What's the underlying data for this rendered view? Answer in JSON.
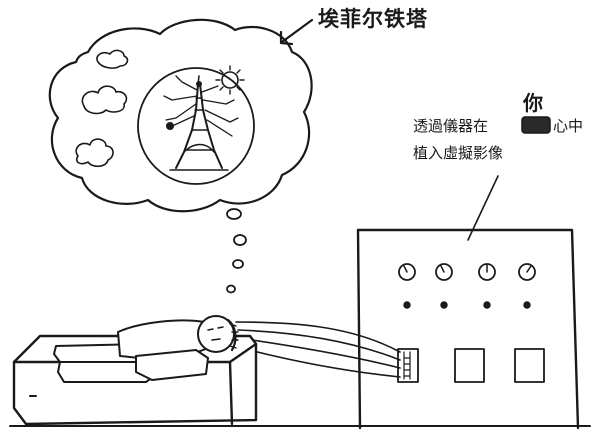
{
  "thought_bubble": {
    "label": "埃菲尔铁塔"
  },
  "caption": {
    "before_box": "透過儀器在",
    "after_box": "心中",
    "line2": "植入虛擬影像",
    "inserted_word": "你"
  },
  "colors": {
    "ink": "#1a1a1a",
    "background": "#ffffff",
    "box_fill": "#2a2a2a"
  }
}
